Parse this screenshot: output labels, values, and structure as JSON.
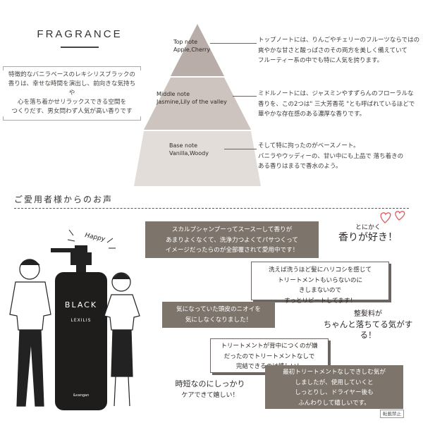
{
  "fragrance": {
    "title": "FRAGRANCE",
    "description_lines": [
      "特徴的なバニラベースのレキシリスブラックの",
      "香りは、幸せな時間を演出し、前向きな気持ちや",
      "心を落ち着かせリラックスできる空間を",
      "つくりだす、男女問わず人気が高い香りです"
    ],
    "top_note": {
      "label": "Top note",
      "notes": "Apple,Cherry",
      "desc_lines": [
        "トップノートには、りんごやチェリーのフルーツならではの",
        "爽やかな甘さと酸っぱさのその両方を美しく備えていて",
        "フルーティー系の中でも特に人気を誇ります。"
      ]
    },
    "middle_note": {
      "label": "Middle note",
      "notes": "Jasmine,Lily of the valley",
      "desc_lines": [
        "ミドルノートには、ジャスミンやすずらんのフローラルな",
        "香りを、この2つは\" 三大芳香花 \"とも呼ばれているほどで",
        "華やかな存在感のある濃厚な香りです。"
      ]
    },
    "base_note": {
      "label": "Base note",
      "notes": "Vanilla,Woody",
      "desc_lines": [
        "そして特に拘ったのがベースノート。",
        "バニラやウッディーの、甘い中にも上品で 落ち着きの",
        "ある香りはまるで香水のよう。"
      ]
    },
    "colors": {
      "top": "#b8ada8",
      "middle": "#cdc4bf",
      "base": "#e3ddda"
    }
  },
  "voices": {
    "title": "ご愛用者様からのお声",
    "illustration": {
      "bottle_brand": "BLACK",
      "bottle_sub": "LEXILIS",
      "bottle_maker": "&vangan",
      "caption": "Happy"
    },
    "reviews": [
      {
        "lines": [
          "スカルプシャンプーってスースーして香りが",
          "あまりよくなくて、洗浄力つよくてパサつくって",
          "イメージだったらのが全部覆されて愛用中です！"
        ]
      },
      {
        "lines": [
          "洗えば洗うほど髪にハリコシを感じて",
          "トリートメントもいらないのに",
          "きしまないので",
          "すっとリピートしてます！"
        ]
      },
      {
        "lines": [
          "気になっていた頭皮のニオイを",
          "気にしなくなりました！"
        ]
      },
      {
        "lines": [
          "トリートメントが背中につくのが嫌",
          "だったのでトリートメントなしで",
          "完結できるのは嬉しい！"
        ]
      },
      {
        "lines": [
          "最初トリートメントなしできしむ気が",
          "しましたが、使用していくと",
          "しっとりし、ドライヤー後も",
          "ふんわりして嬉しいです。"
        ]
      }
    ],
    "free_comments": {
      "c1": {
        "small": "とにかく",
        "big": "香りが好き！"
      },
      "c2": {
        "small": "整髪料が",
        "big": "ちゃんと落ちてる気がする！"
      },
      "c3": {
        "big": "時短なのにしっかり",
        "small": "ケアできて嬉しい！"
      }
    },
    "accent_color": "#7d746c",
    "heart_color": "#e05a5a"
  },
  "badge": "転載禁止"
}
